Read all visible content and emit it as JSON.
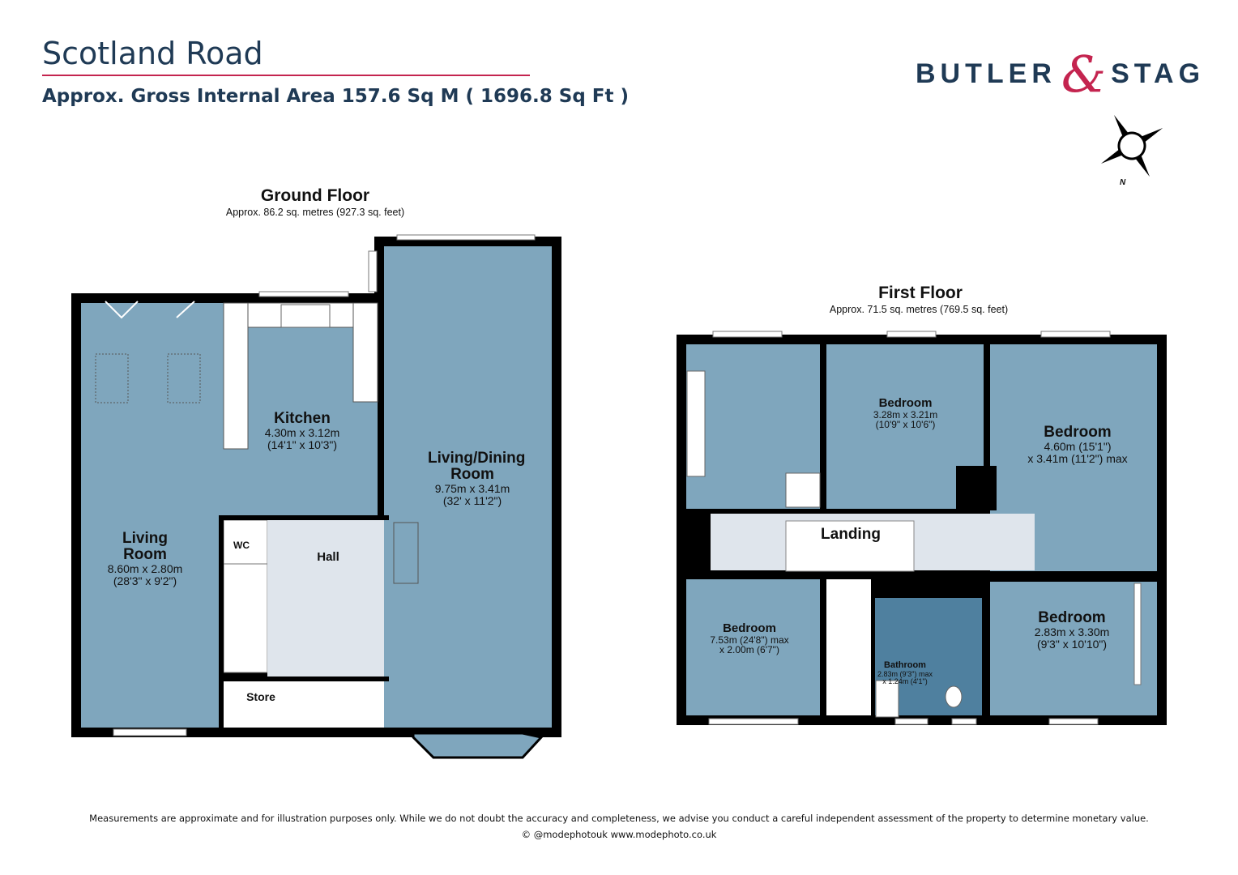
{
  "header": {
    "title": "Scotland Road",
    "area": "Approx. Gross Internal Area 157.6 Sq M ( 1696.8 Sq Ft )"
  },
  "logo": {
    "left": "BUTLER",
    "amp": "&",
    "right": "STAG",
    "colors": {
      "text": "#1f3a55",
      "accent": "#c4244f"
    }
  },
  "compass": {
    "icon": "compass-rose-icon",
    "label": "N"
  },
  "colors": {
    "room": "#7fa6bd",
    "hall": "#dfe5ec",
    "bathroom": "#4f809f",
    "wall": "#000000"
  },
  "ground_floor": {
    "title": "Ground Floor",
    "subtitle": "Approx. 86.2 sq. metres (927.3 sq. feet)",
    "rooms": [
      {
        "name": "Kitchen",
        "dims": [
          "4.30m x 3.12m",
          "(14'1\" x 10'3\")"
        ]
      },
      {
        "name": "Living/Dining Room",
        "dims": [
          "9.75m x 3.41m",
          "(32' x 11'2\")"
        ]
      },
      {
        "name": "Living Room",
        "dims": [
          "8.60m x 2.80m",
          "(28'3\" x 9'2\")"
        ]
      },
      {
        "name": "WC",
        "dims": []
      },
      {
        "name": "Hall",
        "dims": []
      },
      {
        "name": "Store",
        "dims": []
      }
    ]
  },
  "first_floor": {
    "title": "First Floor",
    "subtitle": "Approx. 71.5 sq. metres (769.5 sq. feet)",
    "rooms": [
      {
        "name": "Bedroom",
        "dims": [
          "3.28m x 3.21m",
          "(10'9\" x 10'6\")"
        ]
      },
      {
        "name": "Bedroom",
        "dims": [
          "4.60m (15'1\")",
          "x 3.41m (11'2\") max"
        ]
      },
      {
        "name": "Landing",
        "dims": []
      },
      {
        "name": "Bedroom",
        "dims": [
          "7.53m (24'8\") max",
          "x 2.00m (6'7\")"
        ]
      },
      {
        "name": "Bathroom",
        "dims": [
          "2.83m (9'3\") max",
          "x 1.24m (4'1\")"
        ]
      },
      {
        "name": "Bedroom",
        "dims": [
          "2.83m x 3.30m",
          "(9'3\" x 10'10\")"
        ]
      }
    ]
  },
  "footer": {
    "disclaimer": "Measurements are approximate and for illustration purposes only.  While we do not doubt the accuracy and completeness, we advise you conduct a careful independent assessment of the property to determine monetary value.",
    "credit": "© @modephotouk www.modephoto.co.uk"
  }
}
